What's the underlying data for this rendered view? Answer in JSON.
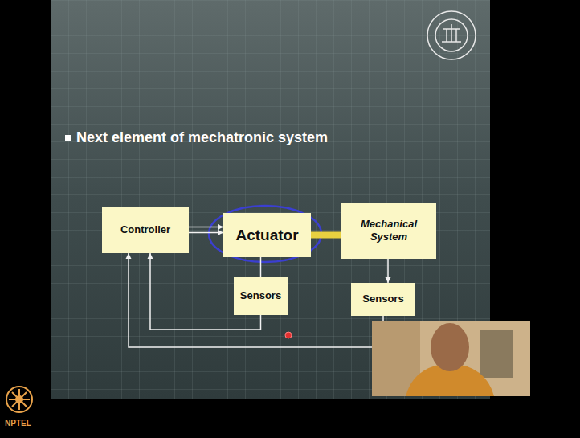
{
  "diagram": {
    "title": "Next element of mechatronic system",
    "nodes": [
      {
        "text": [
          "Controller"
        ]
      },
      {
        "text": [
          "Actuator"
        ]
      },
      {
        "text": [
          "Mechanical System"
        ]
      },
      {
        "text": [
          "Sensors"
        ]
      },
      {
        "text": [
          "Sensors"
        ]
      }
    ],
    "edges": [
      {
        "from": 0,
        "to": 1,
        "arrow": "to"
      },
      {
        "from": 0,
        "to": 1,
        "arrow": "to"
      },
      {
        "from": 1,
        "to": 2,
        "arrow": "none"
      },
      {
        "from": 1,
        "to": 3,
        "arrow": "none"
      },
      {
        "from": 2,
        "to": 4,
        "arrow": "to"
      },
      {
        "from": 3,
        "to": 0,
        "arrow": "to"
      },
      {
        "from": 4,
        "to": 0,
        "arrow": "to"
      }
    ],
    "labels": [
      "NPTEL"
    ]
  }
}
